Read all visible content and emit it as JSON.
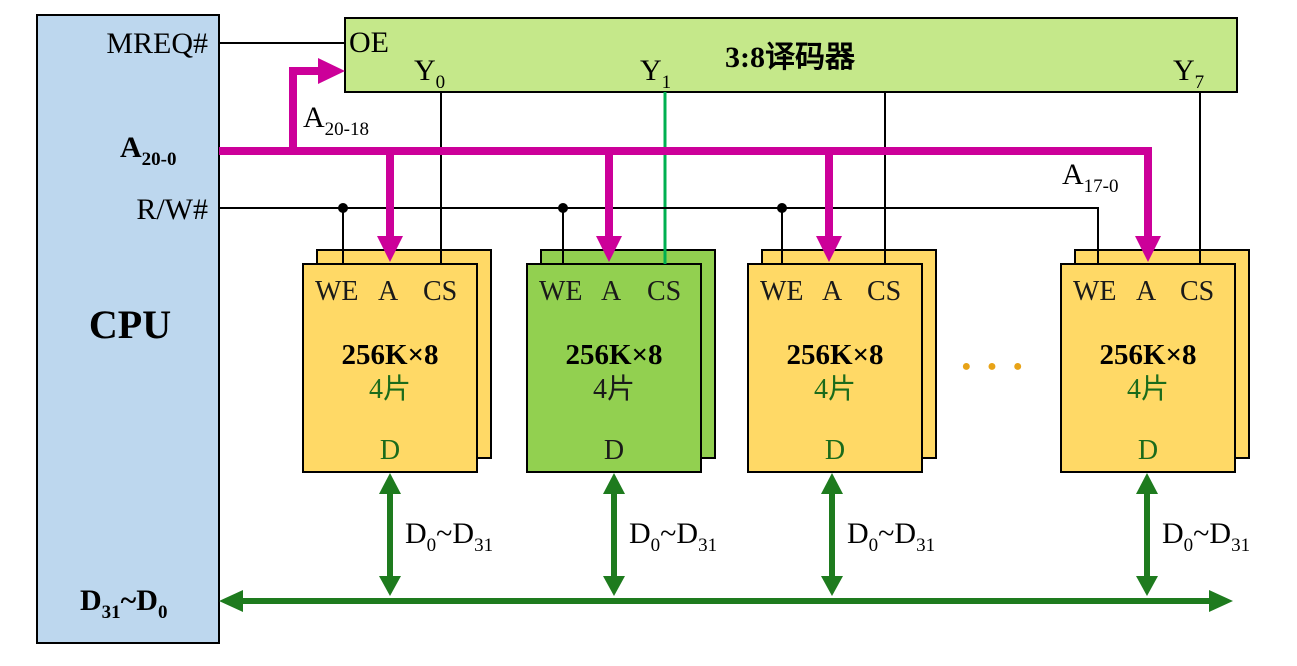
{
  "cpu": {
    "title": "CPU",
    "mreq": "MREQ#",
    "addr_main": "A",
    "addr_sub": "20-0",
    "rw": "R/W#",
    "data_main1": "D",
    "data_sub1": "31",
    "data_tilde": "~D",
    "data_sub2": "0"
  },
  "decoder": {
    "title": "3:8译码器",
    "oe": "OE",
    "y": "Y",
    "y0_sub": "0",
    "y1_sub": "1",
    "y7_sub": "7"
  },
  "address_labels": {
    "hi_main": "A",
    "hi_sub": "20-18",
    "lo_main": "A",
    "lo_sub": "17-0"
  },
  "chips": [
    {
      "we": "WE",
      "a": "A",
      "cs": "CS",
      "size": "256K×8",
      "count": "4片",
      "d": "D",
      "selected": false
    },
    {
      "we": "WE",
      "a": "A",
      "cs": "CS",
      "size": "256K×8",
      "count": "4片",
      "d": "D",
      "selected": true
    },
    {
      "we": "WE",
      "a": "A",
      "cs": "CS",
      "size": "256K×8",
      "count": "4片",
      "d": "D",
      "selected": false
    },
    {
      "we": "WE",
      "a": "A",
      "cs": "CS",
      "size": "256K×8",
      "count": "4片",
      "d": "D",
      "selected": false
    }
  ],
  "data_bus_label": {
    "d": "D",
    "sub_start": "0",
    "tilde": "~D",
    "sub_end": "31"
  },
  "ellipsis": "● ● ●",
  "colors": {
    "cpu_fill": "#bdd7ee",
    "decoder_fill": "#c5e88a",
    "chip_fill": "#ffd966",
    "chip_selected_fill": "#92d050",
    "address_bus": "#cc0099",
    "data_bus": "#1e7b1e",
    "select_line": "#00b050",
    "ellipsis": "#e8a317"
  }
}
